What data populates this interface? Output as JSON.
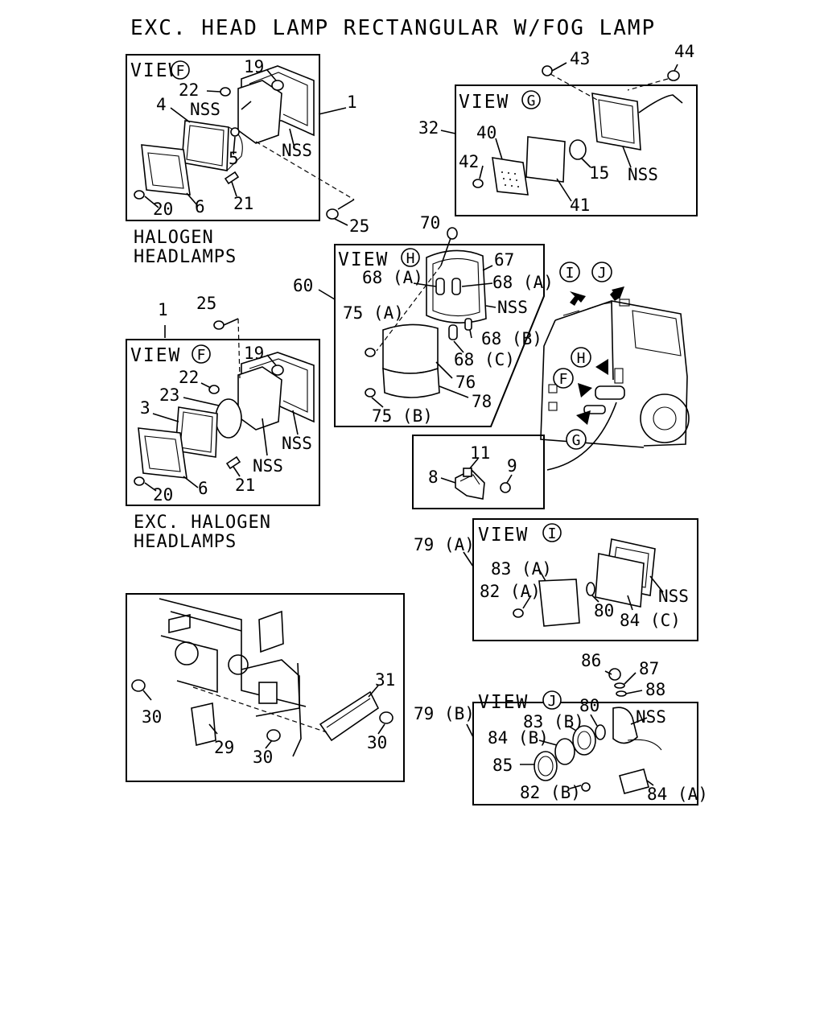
{
  "title": "EXC. HEAD LAMP RECTANGULAR W/FOG LAMP",
  "captions": {
    "halogen_line1": "HALOGEN",
    "halogen_line2": "HEADLAMPS",
    "exc_halogen_line1": "EXC. HALOGEN",
    "exc_halogen_line2": "HEADLAMPS"
  },
  "view_word": "VIEW",
  "views": {
    "f_top": "F",
    "f_bottom": "F",
    "g": "G",
    "h": "H",
    "i": "I",
    "j": "J"
  },
  "truck_markers": {
    "i": "I",
    "j": "J",
    "h": "H",
    "f": "F",
    "g": "G"
  },
  "labels": {
    "ft_19": "19",
    "ft_22": "22",
    "ft_nss1": "NSS",
    "ft_4": "4",
    "ft_1": "1",
    "ft_nss2": "NSS",
    "ft_5": "5",
    "ft_21": "21",
    "ft_20": "20",
    "ft_6": "6",
    "ft_25": "25",
    "g_43": "43",
    "g_44": "44",
    "g_32": "32",
    "g_40": "40",
    "g_42": "42",
    "g_15": "15",
    "g_nss": "NSS",
    "g_41": "41",
    "h_70": "70",
    "h_60": "60",
    "h_67": "67",
    "h_68a1": "68 (A)",
    "h_68a2": "68 (A)",
    "h_nss": "NSS",
    "h_75a": "75 (A)",
    "h_68b": "68 (B)",
    "h_68c": "68 (C)",
    "h_76": "76",
    "h_78": "78",
    "h_75b": "75 (B)",
    "fb_1": "1",
    "fb_25": "25",
    "fb_19": "19",
    "fb_22": "22",
    "fb_23": "23",
    "fb_3": "3",
    "fb_nss1": "NSS",
    "fb_nss2": "NSS",
    "fb_21": "21",
    "fb_20": "20",
    "fb_6": "6",
    "s_11": "11",
    "s_8": "8",
    "s_9": "9",
    "i_79a": "79 (A)",
    "i_83a": "83 (A)",
    "i_82a": "82 (A)",
    "i_80": "80",
    "i_84c": "84 (C)",
    "i_nss": "NSS",
    "br_31": "31",
    "br_30a": "30",
    "br_30b": "30",
    "br_30c": "30",
    "br_29": "29",
    "j_86": "86",
    "j_87": "87",
    "j_88": "88",
    "j_79b": "79 (B)",
    "j_80": "80",
    "j_nss": "NSS",
    "j_83b": "83 (B)",
    "j_84b": "84 (B)",
    "j_85": "85",
    "j_82b": "82 (B)",
    "j_84a": "84 (A)"
  }
}
